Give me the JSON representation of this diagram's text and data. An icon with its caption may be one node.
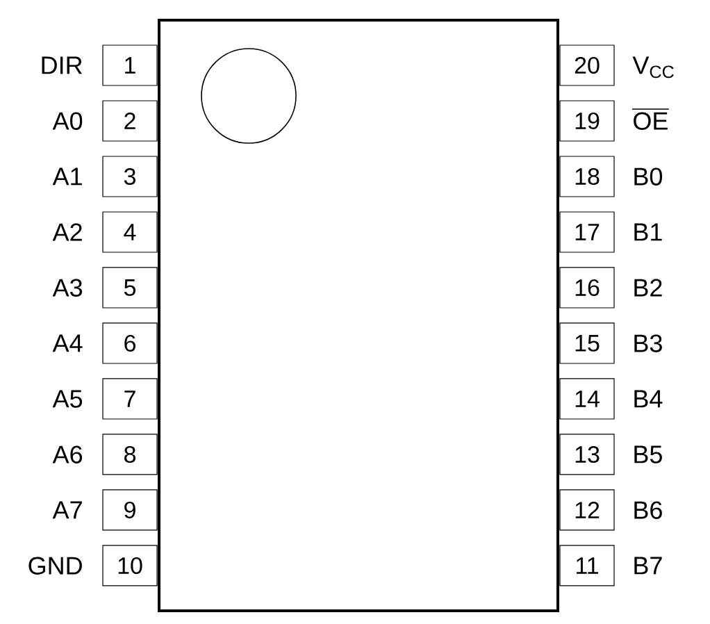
{
  "diagram": {
    "nodes": [
      {
        "text": [],
        "shape": "box"
      },
      {
        "text": [
          "1"
        ],
        "beside": [
          "DIR"
        ]
      },
      {
        "text": [
          "2"
        ],
        "beside": [
          "A0"
        ]
      },
      {
        "text": [
          "3"
        ],
        "beside": [
          "A1"
        ]
      },
      {
        "text": [
          "4"
        ],
        "beside": [
          "A2"
        ]
      },
      {
        "text": [
          "5"
        ],
        "beside": [
          "A3"
        ]
      },
      {
        "text": [
          "6"
        ],
        "beside": [
          "A4"
        ]
      },
      {
        "text": [
          "7"
        ],
        "beside": [
          "A5"
        ]
      },
      {
        "text": [
          "8"
        ],
        "beside": [
          "A6"
        ]
      },
      {
        "text": [
          "9"
        ],
        "beside": [
          "A7"
        ]
      },
      {
        "text": [
          "10"
        ],
        "beside": [
          "GND"
        ]
      },
      {
        "text": [
          "20"
        ],
        "beside": [
          "V$_{CC}$"
        ]
      },
      {
        "text": [
          "19"
        ],
        "beside": [
          "OE"
        ]
      },
      {
        "text": [
          "18"
        ],
        "beside": [
          "B0"
        ]
      },
      {
        "text": [
          "17"
        ],
        "beside": [
          "B1"
        ]
      },
      {
        "text": [
          "16"
        ],
        "beside": [
          "B2"
        ]
      },
      {
        "text": [
          "15"
        ],
        "beside": [
          "B3"
        ]
      },
      {
        "text": [
          "14"
        ],
        "beside": [
          "B4"
        ]
      },
      {
        "text": [
          "13"
        ],
        "beside": [
          "B5"
        ]
      },
      {
        "text": [
          "12"
        ],
        "beside": [
          "B6"
        ]
      },
      {
        "text": [
          "11"
        ],
        "beside": [
          "B7"
        ]
      }
    ]
  }
}
